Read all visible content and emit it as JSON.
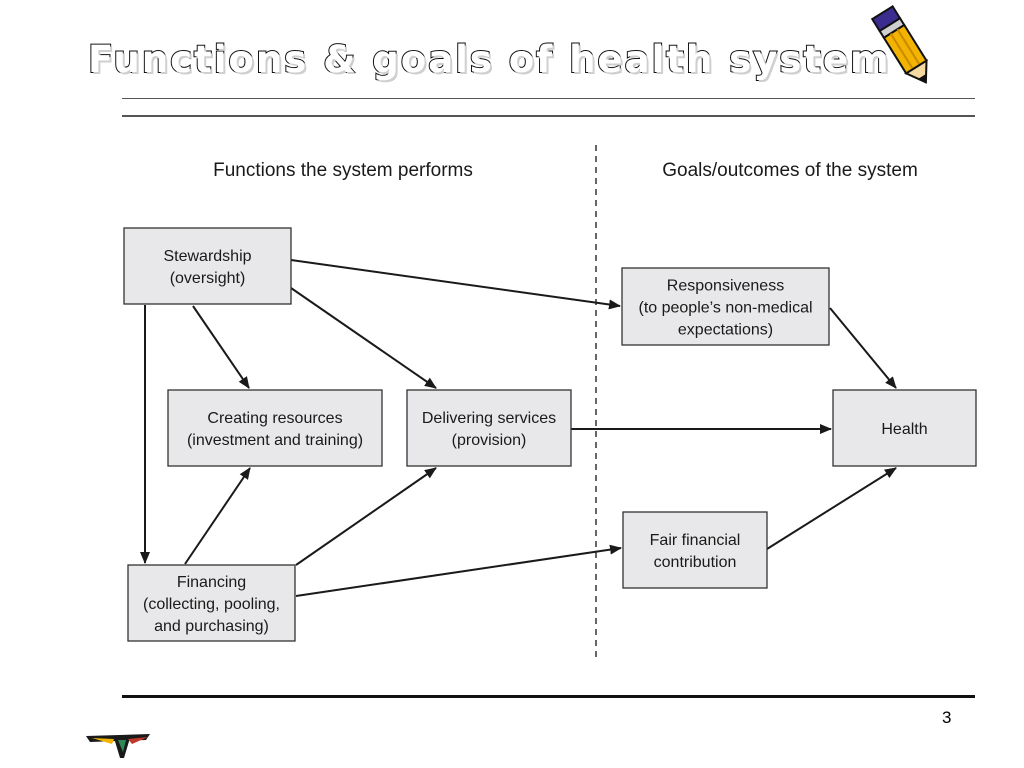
{
  "slide": {
    "title": "Functions & goals of health system",
    "page_number": "3"
  },
  "diagram": {
    "left_header": "Functions the system performs",
    "right_header": "Goals/outcomes of the system",
    "nodes": {
      "stewardship": [
        "Stewardship",
        "(oversight)"
      ],
      "creating": [
        "Creating resources",
        "(investment and training)"
      ],
      "delivering": [
        "Delivering services",
        "(provision)"
      ],
      "financing": [
        "Financing",
        "(collecting, pooling,",
        "and purchasing)"
      ],
      "responsiveness": [
        "Responsiveness",
        "(to people’s non-medical",
        "expectations)"
      ],
      "health": [
        "Health"
      ],
      "fair": [
        "Fair financial",
        "contribution"
      ]
    },
    "edges": [
      [
        "stewardship",
        "responsiveness"
      ],
      [
        "stewardship",
        "creating"
      ],
      [
        "stewardship",
        "delivering"
      ],
      [
        "stewardship",
        "financing"
      ],
      [
        "financing",
        "creating"
      ],
      [
        "financing",
        "delivering"
      ],
      [
        "financing",
        "fair"
      ],
      [
        "delivering",
        "health"
      ],
      [
        "responsiveness",
        "health"
      ],
      [
        "fair",
        "health"
      ]
    ]
  }
}
